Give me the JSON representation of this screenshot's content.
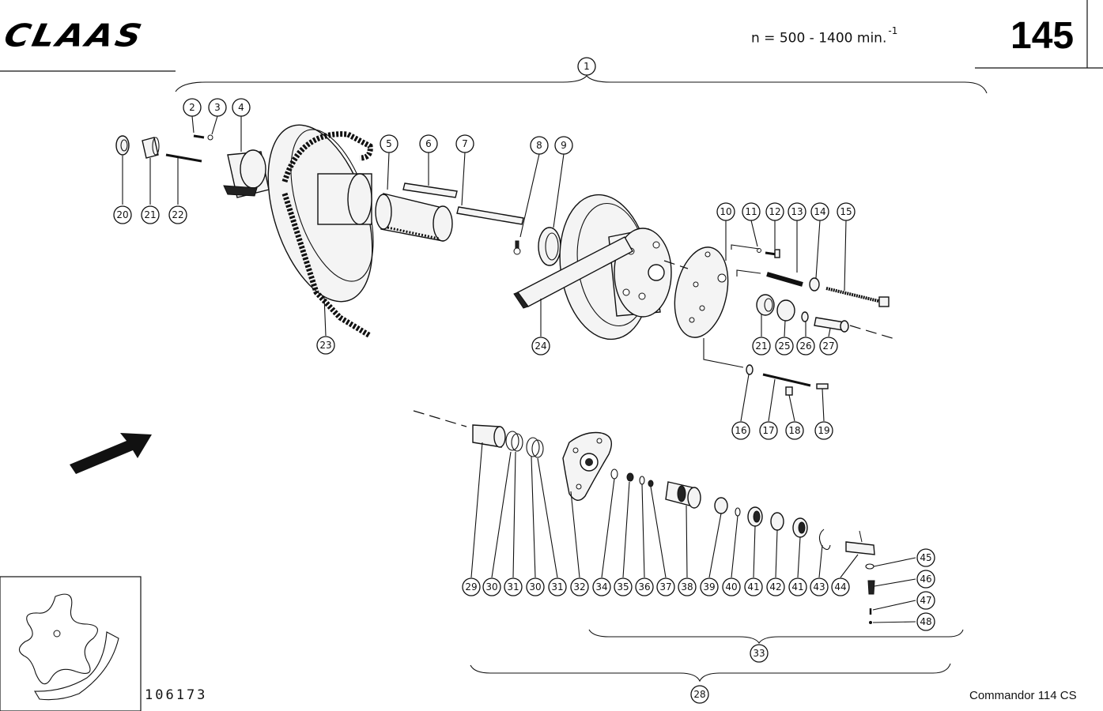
{
  "header": {
    "brand": "CLAAS",
    "speed_text": "n = 500 - 1400 min.",
    "speed_exponent": "-1",
    "page_number": "145"
  },
  "footer": {
    "drawing_number": "106173",
    "model": "Commandor 114 CS"
  },
  "callouts": {
    "c1": "1",
    "c2": "2",
    "c3": "3",
    "c4": "4",
    "c5": "5",
    "c6": "6",
    "c7": "7",
    "c8": "8",
    "c9": "9",
    "c10": "10",
    "c11": "11",
    "c12": "12",
    "c13": "13",
    "c14": "14",
    "c15": "15",
    "c16": "16",
    "c17": "17",
    "c18": "18",
    "c19": "19",
    "c20": "20",
    "c21a": "21",
    "c22": "22",
    "c23": "23",
    "c24": "24",
    "c21b": "21",
    "c25": "25",
    "c26": "26",
    "c27": "27",
    "c28": "28",
    "c29": "29",
    "c30a": "30",
    "c31a": "31",
    "c30b": "30",
    "c31b": "31",
    "c32": "32",
    "c33": "33",
    "c34": "34",
    "c35": "35",
    "c36": "36",
    "c37": "37",
    "c38": "38",
    "c39": "39",
    "c40": "40",
    "c41a": "41",
    "c42": "42",
    "c41b": "41",
    "c43": "43",
    "c44": "44",
    "c45": "45",
    "c46": "46",
    "c47": "47",
    "c48": "48"
  }
}
